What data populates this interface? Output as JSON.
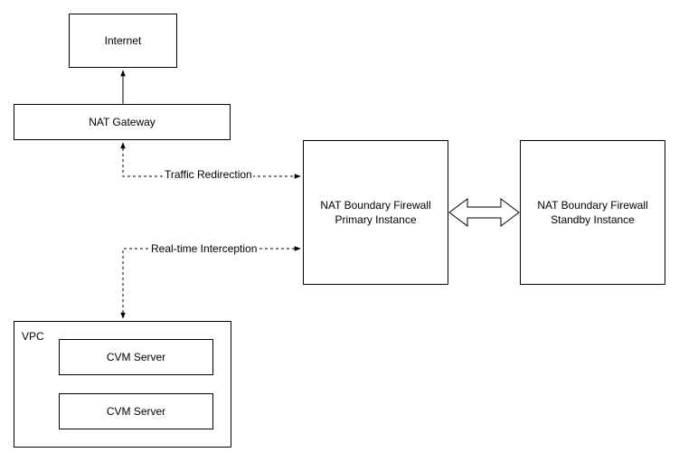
{
  "nodes": {
    "internet": "Internet",
    "nat_gateway": "NAT Gateway",
    "primary": [
      "NAT Boundary Firewall",
      "Primary Instance"
    ],
    "standby": [
      "NAT Boundary Firewall",
      "Standby Instance"
    ],
    "vpc": "VPC",
    "cvm_1": "CVM Server",
    "cvm_2": "CVM Server"
  },
  "edges": {
    "traffic_redirection": "Traffic Redirection",
    "realtime_interception": "Real-time Interception"
  }
}
